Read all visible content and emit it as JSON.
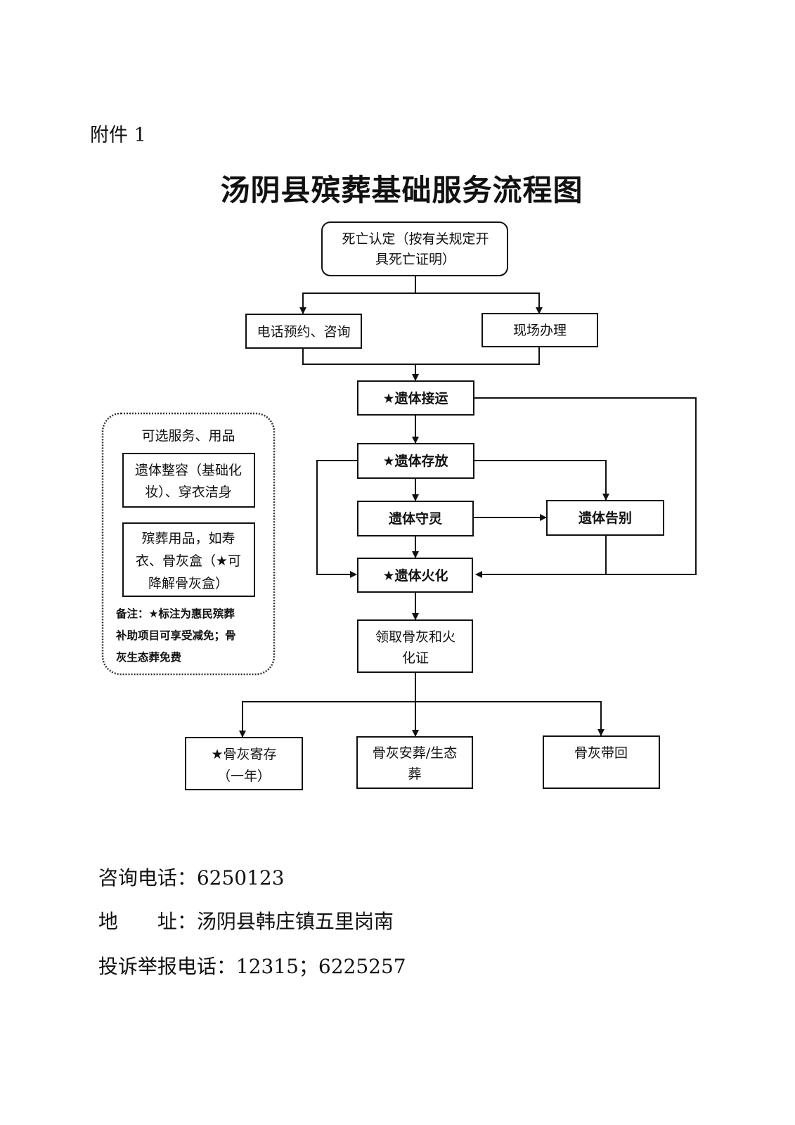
{
  "document": {
    "attachment_label": "附件 1",
    "title": "汤阴县殡葬基础服务流程图"
  },
  "flowchart": {
    "nodes": {
      "death_confirm": [
        "死亡认定（按有关规定开",
        "具死亡证明）"
      ],
      "phone_booking": "电话预约、咨询",
      "onsite": "现场办理",
      "transport": "★遗体接运",
      "storage": "★遗体存放",
      "vigil": "遗体守灵",
      "farewell": "遗体告别",
      "cremation": "★遗体火化",
      "collect_ashes": [
        "领取骨灰和火",
        "化证"
      ],
      "ash_storage": [
        "★骨灰寄存",
        "（一年）"
      ],
      "ash_burial": [
        "骨灰安葬/生态",
        "葬"
      ],
      "ash_takehome": "骨灰带回"
    },
    "optional_panel": {
      "heading": "可选服务、用品",
      "items": [
        [
          "遗体整容（基础化",
          "妆）、穿衣洁身"
        ],
        [
          "殡葬用品，如寿",
          "衣、骨灰盒（★可",
          "降解骨灰盒）"
        ]
      ],
      "note": [
        "备注：★标注为惠民殡葬",
        "补助项目可享受减免；骨",
        "灰生态葬免费"
      ]
    },
    "edges": [
      [
        "death_confirm",
        "phone_booking"
      ],
      [
        "death_confirm",
        "onsite"
      ],
      [
        "phone_booking",
        "transport"
      ],
      [
        "onsite",
        "transport"
      ],
      [
        "transport",
        "storage"
      ],
      [
        "transport",
        "cremation"
      ],
      [
        "storage",
        "vigil"
      ],
      [
        "storage",
        "farewell"
      ],
      [
        "storage",
        "cremation"
      ],
      [
        "vigil",
        "farewell"
      ],
      [
        "vigil",
        "cremation"
      ],
      [
        "farewell",
        "cremation"
      ],
      [
        "cremation",
        "collect_ashes"
      ],
      [
        "collect_ashes",
        "ash_storage"
      ],
      [
        "collect_ashes",
        "ash_burial"
      ],
      [
        "collect_ashes",
        "ash_takehome"
      ]
    ]
  },
  "contact": {
    "consult_label": "咨询电话：",
    "consult_phone": "6250123",
    "address_label": "地　　址：",
    "address": "汤阴县韩庄镇五里岗南",
    "complaint_label": "投诉举报电话：",
    "complaint_phones": "12315；6225257"
  }
}
